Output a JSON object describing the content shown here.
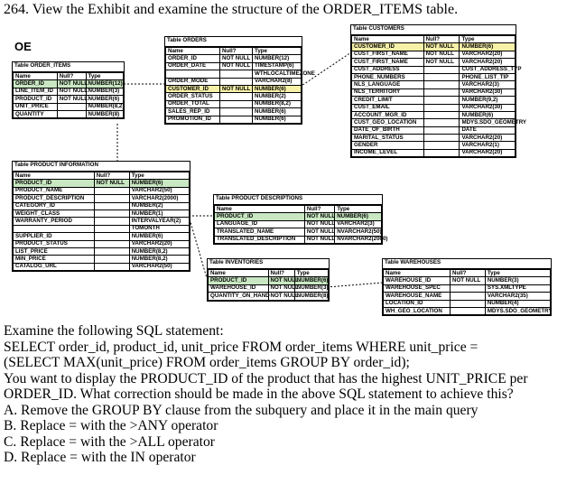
{
  "title": "264. View the Exhibit and examine the structure of the ORDER_ITEMS table.",
  "schema_label": "OE",
  "col_headers": [
    "Name",
    "Null?",
    "Type"
  ],
  "tables": {
    "order_items": {
      "name": "Table ORDER_ITEMS",
      "rows": [
        [
          "ORDER_ID",
          "NOT NULL",
          "NUMBER(12)"
        ],
        [
          "LINE_ITEM_ID",
          "NOT NULL",
          "NUMBER(3)"
        ],
        [
          "PRODUCT_ID",
          "NOT NULL",
          "NUMBER(6)"
        ],
        [
          "UNIT_PRICE",
          "",
          "NUMBER(8,2)"
        ],
        [
          "QUANTITY",
          "",
          "NUMBER(8)"
        ]
      ]
    },
    "orders": {
      "name": "Table ORDERS",
      "rows": [
        [
          "ORDER_ID",
          "NOT NULL",
          "NUMBER(12)"
        ],
        [
          "ORDER_DATE",
          "NOT NULL",
          "TIMESTAMP(6)"
        ],
        [
          "",
          "",
          "WTHLOCALTIMEZONE"
        ],
        [
          "ORDER_MODE",
          "",
          "VARCHAR2(8)"
        ],
        [
          "CUSTOMER_ID",
          "NOT NULL",
          "NUMBER(6)"
        ],
        [
          "ORDER_STATUS",
          "",
          "NUMBER(2)"
        ],
        [
          "ORDER_TOTAL",
          "",
          "NUMBER(8,2)"
        ],
        [
          "SALES_REP_ID",
          "",
          "NUMBER(6)"
        ],
        [
          "PROMOTION_ID",
          "",
          "NUMBER(6)"
        ]
      ]
    },
    "customers": {
      "name": "Table CUSTOMERS",
      "rows": [
        [
          "CUSTOMER_ID",
          "NOT NULL",
          "NUMBER(6)"
        ],
        [
          "CUST_FIRST_NAME",
          "NOT NULL",
          "VARCHAR2(20)"
        ],
        [
          "CUST_FIRST_NAME",
          "NOT NULL",
          "VARCHAR2(20)"
        ],
        [
          "CUST_ADDRESS",
          "",
          "CUST_ADDRESS_TYP"
        ],
        [
          "PHONE_NUMBERS",
          "",
          "PHONE_LIST_TIP"
        ],
        [
          "NLS_LANGUAGE",
          "",
          "VARCHAR2(3)"
        ],
        [
          "NLS_TERRITORY",
          "",
          "VARCHAR2(30)"
        ],
        [
          "CREDIT_LIMIT",
          "",
          "NUMBER(9,2)"
        ],
        [
          "CUST_EMAIL",
          "",
          "VARCHAR2(30)"
        ],
        [
          "ACCOUNT_MGR_ID",
          "",
          "NUMBER(6)"
        ],
        [
          "CUST_GEO_LOCATION",
          "",
          "MDYS.SDO_GEOMETRY"
        ],
        [
          "DATE_OF_BIRTH",
          "",
          "DATE"
        ],
        [
          "MARITAL_STATUS",
          "",
          "VARCHAR2(20)"
        ],
        [
          "GENDER",
          "",
          "VARCHAR2(1)"
        ],
        [
          "INCOME_LEVEL",
          "",
          "VARCHAR2(20)"
        ]
      ]
    },
    "product_information": {
      "name": "Table PRODUCT INFORMATION",
      "rows": [
        [
          "PRODUCT_ID",
          "NOT NULL",
          "NUMBER(6)"
        ],
        [
          "PRODUCT_NAME",
          "",
          "VARCHAR2(50)"
        ],
        [
          "PRODUCT_DESCRIPTION",
          "",
          "VARCHAR2(2000)"
        ],
        [
          "CATEGORY_ID",
          "",
          "NUMBER(2)"
        ],
        [
          "WEIGHT_CLASS",
          "",
          "NUMBER(1)"
        ],
        [
          "WARRANTY_PERIOD",
          "",
          "INTERVALYEAR(2)"
        ],
        [
          "",
          "",
          "TOMONTH"
        ],
        [
          "SUPPLIER_ID",
          "",
          "NUMBER(6)"
        ],
        [
          "PRODUCT_STATUS",
          "",
          "VARCHAR2(20)"
        ],
        [
          "LIST_PRICE",
          "",
          "NUMBER(8,2)"
        ],
        [
          "MIN_PRICE",
          "",
          "NUMBER(8,2)"
        ],
        [
          "CATALOG_URL",
          "",
          "VARCHAR2(50)"
        ]
      ]
    },
    "product_descriptions": {
      "name": "Table PRODUCT DESCRIPTIONS",
      "rows": [
        [
          "PRODUCT_ID",
          "NOT NULL",
          "NUMBER(6)"
        ],
        [
          "LANGUAGE_ID",
          "NOT NULL",
          "VARCHAR2(3)"
        ],
        [
          "TRANSLATED_NAME",
          "NOT NULL",
          "NVARCHAR2(50)"
        ],
        [
          "TRANSLATED_DESCRIPTION",
          "NOT NULL",
          "NVARCHAR2(2000)"
        ]
      ]
    },
    "inventories": {
      "name": "Table INVENTORIES",
      "rows": [
        [
          "PRODUCT_ID",
          "NOT NULL",
          "NUMBER(6)"
        ],
        [
          "WAREHOUSE_ID",
          "NOT NULL",
          "NUMBER(3)"
        ],
        [
          "QUANTITY_ON_HAND",
          "NOT NULL",
          "NUMBER(8)"
        ]
      ]
    },
    "warehouses": {
      "name": "Table WAREHOUSES",
      "rows": [
        [
          "WAREHOUSE_ID",
          "NOT NULL",
          "NUMBER(3)"
        ],
        [
          "WAREHOUSE_SPEC",
          "",
          "SYS.XMLTYPE"
        ],
        [
          "WAREHOUSE_NAME",
          "",
          "VARCHAR2(35)"
        ],
        [
          "LOCATION_ID",
          "",
          "NUMBER(4)"
        ],
        [
          "WH_GEO_LOCATION",
          "",
          "MDYS.SDO_GEOMETRY"
        ]
      ]
    }
  },
  "question": {
    "intro": "Examine the following SQL statement:",
    "sql_1": "SELECT order_id, product_id, unit_price FROM order_items WHERE unit_price =",
    "sql_2": "(SELECT MAX(unit_price) FROM order_items GROUP BY order_id);",
    "prompt_1": "You want to display the PRODUCT_ID of the product that has the highest UNIT_PRICE per",
    "prompt_2": "ORDER_ID. What correction should be made in the above SQL statement to achieve this?",
    "options": [
      "A. Remove the GROUP BY clause from the subquery and place it in the main query",
      "B. Replace = with the >ANY operator",
      "C. Replace = with the >ALL operator",
      "D. Replace = with the IN operator"
    ]
  },
  "colors": {
    "key_highlight": "#c9e7c2",
    "fk_highlight": "#f7f1a8"
  }
}
